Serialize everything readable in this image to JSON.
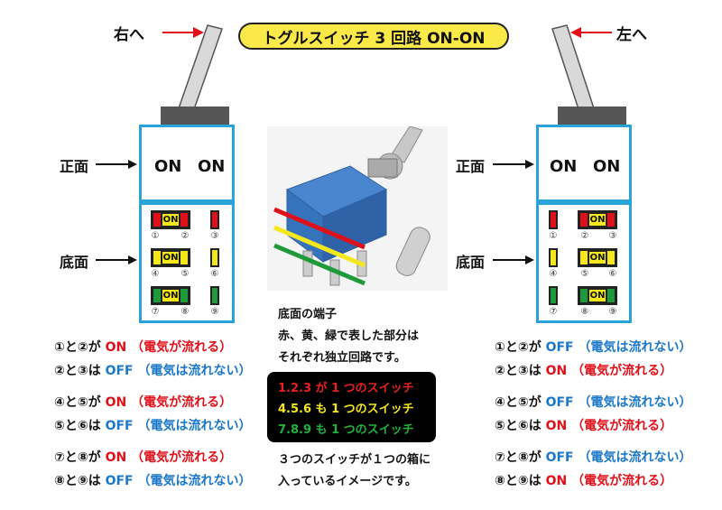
{
  "title": "トグルスイッチ 3 回路 ON-ON",
  "left": {
    "direction": "右へ",
    "front_state_1": "ON",
    "front_state_2": "ON",
    "terminal_on_label": "ON",
    "lines": [
      {
        "a": "①と②が",
        "b": "ON",
        "c": "（電気が流れる）",
        "b_color": "red",
        "c_color": "red"
      },
      {
        "a": "②と③は",
        "b": "OFF",
        "c": "（電気は流れない）",
        "b_color": "blue",
        "c_color": "blue"
      },
      {
        "a": "④と⑤が",
        "b": "ON",
        "c": "（電気が流れる）",
        "b_color": "red",
        "c_color": "red"
      },
      {
        "a": "⑤と⑥は",
        "b": "OFF",
        "c": "（電気は流れない）",
        "b_color": "blue",
        "c_color": "blue"
      },
      {
        "a": "⑦と⑧が",
        "b": "ON",
        "c": "（電気が流れる）",
        "b_color": "red",
        "c_color": "red"
      },
      {
        "a": "⑧と⑨は",
        "b": "OFF",
        "c": "（電気は流れない）",
        "b_color": "blue",
        "c_color": "blue"
      }
    ]
  },
  "right": {
    "direction": "左へ",
    "front_state_1": "ON",
    "front_state_2": "ON",
    "terminal_on_label": "ON",
    "lines": [
      {
        "a": "①と②が",
        "b": "OFF",
        "c": "（電気は流れない）",
        "b_color": "blue",
        "c_color": "blue"
      },
      {
        "a": "②と③は",
        "b": "ON",
        "c": "（電気が流れる）",
        "b_color": "red",
        "c_color": "red"
      },
      {
        "a": "④と⑤が",
        "b": "OFF",
        "c": "（電気は流れない）",
        "b_color": "blue",
        "c_color": "blue"
      },
      {
        "a": "⑤と⑥は",
        "b": "ON",
        "c": "（電気が流れる）",
        "b_color": "red",
        "c_color": "red"
      },
      {
        "a": "⑦と⑧が",
        "b": "OFF",
        "c": "（電気は流れない）",
        "b_color": "blue",
        "c_color": "blue"
      },
      {
        "a": "⑧と⑨は",
        "b": "ON",
        "c": "（電気が流れる）",
        "b_color": "red",
        "c_color": "red"
      }
    ]
  },
  "labels": {
    "front": "正面",
    "bottom": "底面"
  },
  "terminal_numbers": [
    "①",
    "②",
    "③",
    "④",
    "⑤",
    "⑥",
    "⑦",
    "⑧",
    "⑨"
  ],
  "center": {
    "note_title": "底面の端子",
    "note_line1": "赤、黄、緑で表した部分は",
    "note_line2": "それぞれ独立回路です。",
    "legend": [
      {
        "text": "1.2.3 が 1 つのスイッチ",
        "color": "#e82020"
      },
      {
        "text": "4.5.6 も 1 つのスイッチ",
        "color": "#f4e81c"
      },
      {
        "text": "7.8.9 も 1 つのスイッチ",
        "color": "#22b43a"
      }
    ],
    "footer_line1": "３つのスイッチが１つの箱に",
    "footer_line2": "入っているイメージです。"
  },
  "colors": {
    "red": "#e0101a",
    "yellow": "#f4e81c",
    "green": "#1f9a3a",
    "blue": "#1b78c8",
    "frame": "#2aa3d8"
  }
}
